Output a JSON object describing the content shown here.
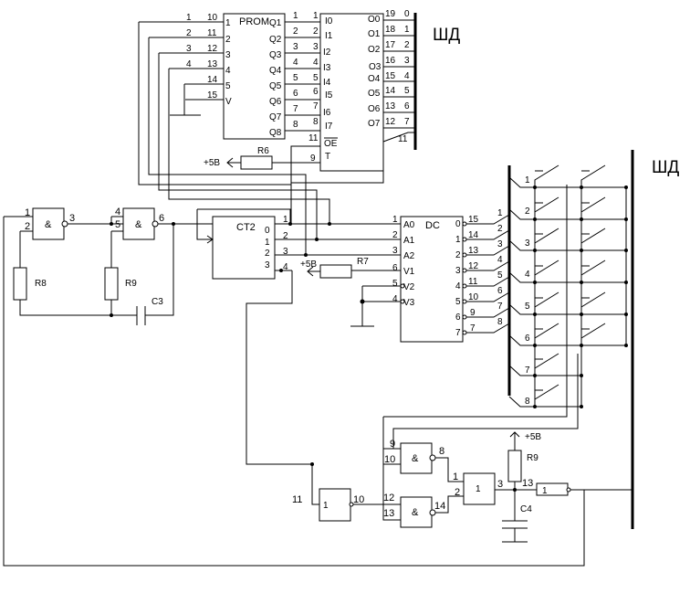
{
  "bus_labels": {
    "top": "ШД",
    "right": "ШД"
  },
  "prom": {
    "title": "PROM",
    "left_pins": [
      "1",
      "2",
      "3",
      "4",
      "5",
      "V"
    ],
    "right_pins": [
      "Q1",
      "Q2",
      "Q3",
      "Q4",
      "Q5",
      "Q6",
      "Q7",
      "Q8"
    ],
    "wire_left_nums": [
      "1",
      "2",
      "3",
      "4"
    ],
    "wire_right_nums": [
      "10",
      "11",
      "12",
      "13",
      "14",
      "15"
    ],
    "out_nums_left": [
      "1",
      "2",
      "3",
      "4",
      "5",
      "6",
      "7",
      "8"
    ],
    "out_nums_right": [
      "1",
      "2",
      "3",
      "4",
      "5",
      "6",
      "7",
      "8"
    ]
  },
  "reg": {
    "inputs": [
      "I0",
      "I1",
      "I2",
      "I3",
      "I4",
      "I5",
      "I6",
      "I7"
    ],
    "outputs": [
      "O0",
      "O1",
      "O2",
      "O3",
      "O4",
      "O5",
      "O6",
      "O7"
    ],
    "out_pins": [
      "19",
      "18",
      "17",
      "16",
      "15",
      "14",
      "13",
      "12"
    ],
    "bus_nums": [
      "0",
      "1",
      "2",
      "3",
      "4",
      "5",
      "6",
      "7"
    ],
    "oe": "OE",
    "oe_pin": "11",
    "t": "T",
    "t_pin": "9",
    "bus_pin": "11"
  },
  "r6": {
    "label": "R6",
    "supply": "+5B"
  },
  "ct2": {
    "title": "CT2",
    "out_bits": [
      "0",
      "1",
      "2",
      "3"
    ],
    "out_pins": [
      "1",
      "2",
      "3",
      "4"
    ]
  },
  "dc": {
    "title": "DC",
    "inputs": [
      "A0",
      "A1",
      "A2",
      "V1",
      "V2",
      "V3"
    ],
    "in_pins": [
      "1",
      "2",
      "3",
      "6",
      "5",
      "4"
    ],
    "outputs": [
      "0",
      "1",
      "2",
      "3",
      "4",
      "5",
      "6",
      "7"
    ],
    "out_pins": [
      "15",
      "14",
      "13",
      "12",
      "11",
      "10",
      "9",
      "7"
    ],
    "line_nums": [
      "1",
      "2",
      "3",
      "4",
      "5",
      "6",
      "7",
      "8"
    ]
  },
  "r7": {
    "label": "R7",
    "supply": "+5B"
  },
  "gates": {
    "and_symbol": "&",
    "or_symbol": "1",
    "g1_pins": [
      "1",
      "2",
      "3"
    ],
    "g2_pins": [
      "4",
      "5",
      "6"
    ],
    "g3_pins": [
      "9",
      "10",
      "8"
    ],
    "g4_pins": [
      "12",
      "13",
      "14"
    ],
    "or_pins": [
      "1",
      "2",
      "3"
    ],
    "inv_pins": [
      "11",
      "10"
    ],
    "buf_pin": "13"
  },
  "rc": {
    "r8": "R8",
    "r9": "R9",
    "c3": "C3"
  },
  "out_stage": {
    "r9": "R9",
    "c4": "C4",
    "supply": "+5B"
  },
  "keyboard": {
    "rows": [
      "1",
      "2",
      "3",
      "4",
      "5",
      "6",
      "7",
      "8"
    ]
  }
}
